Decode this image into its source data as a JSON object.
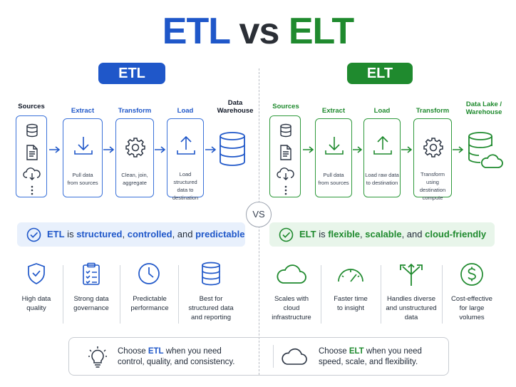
{
  "title": {
    "etl": "ETL",
    "vs": "vs",
    "elt": "ELT"
  },
  "etl": {
    "pill": "ETL",
    "steps": {
      "sources": "Sources",
      "extract": "Extract",
      "transform": "Transform",
      "load": "Load",
      "destination_l1": "Data",
      "destination_l2": "Warehouse"
    },
    "boxes": {
      "extract_l1": "Pull data",
      "extract_l2": "from sources",
      "transform_l1": "Clean, join,",
      "transform_l2": "aggregate",
      "load_l1": "Load structured",
      "load_l2": "data to",
      "load_l3": "destination"
    },
    "banner": {
      "brand": "ETL",
      "is": " is ",
      "w1": "structured",
      "c1": ", ",
      "w2": "controlled",
      "c2": ", and ",
      "w3": "predictable"
    },
    "benefits": [
      {
        "icon": "shield-icon",
        "l1": "High data",
        "l2": "quality"
      },
      {
        "icon": "checklist-icon",
        "l1": "Strong data",
        "l2": "governance"
      },
      {
        "icon": "clock-icon",
        "l1": "Predictable",
        "l2": "performance"
      },
      {
        "icon": "database-icon",
        "l1": "Best for",
        "l2": "structured data",
        "l3": "and reporting"
      }
    ]
  },
  "elt": {
    "pill": "ELT",
    "steps": {
      "sources": "Sources",
      "extract": "Extract",
      "load": "Load",
      "transform": "Transform",
      "destination_l1": "Data Lake /",
      "destination_l2": "Warehouse"
    },
    "boxes": {
      "extract_l1": "Pull data",
      "extract_l2": "from sources",
      "load_l1": "Load raw data",
      "load_l2": "to destination",
      "transform_l1": "Transform",
      "transform_l2": "using destination",
      "transform_l3": "compute"
    },
    "banner": {
      "brand": "ELT",
      "is": " is ",
      "w1": "flexible",
      "c1": ", ",
      "w2": "scalable",
      "c2": ", and ",
      "w3": "cloud-friendly"
    },
    "benefits": [
      {
        "icon": "cloud-icon",
        "l1": "Scales with",
        "l2": "cloud",
        "l3": "infrastructure"
      },
      {
        "icon": "speedometer-icon",
        "l1": "Faster time",
        "l2": "to insight"
      },
      {
        "icon": "split-arrows-icon",
        "l1": "Handles diverse",
        "l2": "and unstructured",
        "l3": "data"
      },
      {
        "icon": "dollar-icon",
        "l1": "Cost-effective",
        "l2": "for large",
        "l3": "volumes"
      }
    ]
  },
  "vs_label": "VS",
  "bottom": {
    "etl": {
      "pre": "Choose ",
      "brand": "ETL",
      "post": " when you need",
      "l2": "control, quality, and consistency."
    },
    "elt": {
      "pre": "Choose ",
      "brand": "ELT",
      "post": " when you need",
      "l2": "speed, scale, and flexibility."
    }
  },
  "colors": {
    "etl_accent": "#1f57c9",
    "elt_accent": "#1f8a2e",
    "etl_banner_bg": "#e8f0fc",
    "elt_banner_bg": "#e8f5ea"
  }
}
